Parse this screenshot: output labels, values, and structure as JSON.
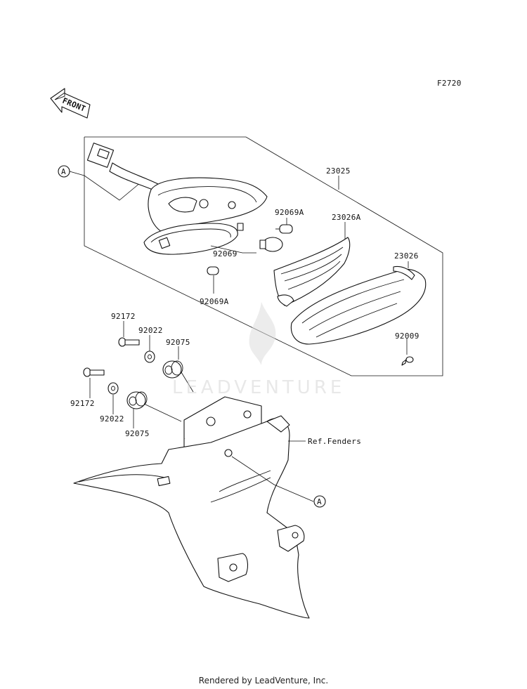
{
  "figure_code": "F2720",
  "front_arrow_text": "FRONT",
  "ref_marker": "A",
  "watermark": "LEADVENTURE",
  "footer": "Rendered by LeadVenture, Inc.",
  "callouts": {
    "assembly": "23025",
    "lens_left": "23026A",
    "lens_right": "23026",
    "bulb_upper": "92069A",
    "bulb_main": "92069",
    "bulb_lower": "92069A",
    "screw": "92009",
    "bolt_upper": "92172",
    "bolt_lower": "92172",
    "washer_upper": "92022",
    "washer_lower": "92022",
    "grommet_upper": "92075",
    "grommet_lower": "92075",
    "fenders_ref": "Ref.Fenders"
  }
}
